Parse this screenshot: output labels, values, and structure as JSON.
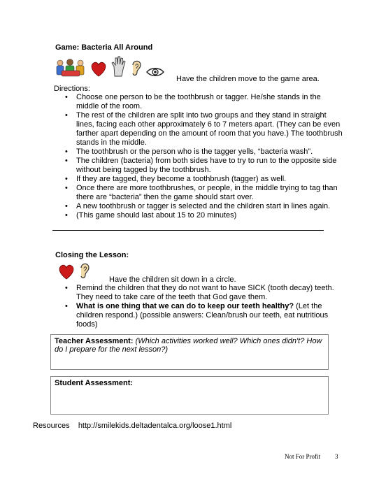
{
  "game": {
    "title": "Game: Bacteria All Around",
    "icons": [
      "children-group-icon",
      "heart-icon",
      "hand-icon",
      "ear-icon",
      "eye-icon"
    ],
    "caption": "Have the children move to the game area.",
    "directions_label": "Directions:",
    "directions": [
      "Choose one person to be the toothbrush or tagger. He/she stands in the middle of the room.",
      "The rest of the children are split into two groups and they stand in straight lines, facing each other approximately 6 to 7 meters apart. (They can be even farther apart depending on the amount of room that you have.) The toothbrush stands in the middle.",
      "The toothbrush or the person who is the tagger yells, “bacteria wash”.",
      "The children (bacteria) from both sides have to try to run to the opposite side without being tagged by the toothbrush.",
      "If they are tagged, they become a toothbrush (tagger) as well.",
      "Once there are more toothbrushes, or people, in the middle trying to tag than there are “bacteria” then the game should start over.",
      "A new toothbrush or tagger is selected and the children start in lines again.",
      "(This game should last about 15 to 20 minutes)"
    ]
  },
  "closing": {
    "title": "Closing the Lesson:",
    "icons": [
      "heart-icon",
      "ear-icon"
    ],
    "caption": "Have the children sit down in a circle.",
    "item1": "Remind the children that they do not want to have SICK (tooth decay) teeth. They need to take care of the teeth that God gave them.",
    "item2_bold": "What is one thing that we can do to keep our teeth healthy?",
    "item2_rest": " (Let the children respond.) (possible answers: Clean/brush our teeth, eat nutritious foods)"
  },
  "teacher_assessment": {
    "label": "Teacher Assessment:",
    "prompt": "(Which activities worked well? Which ones didn't? How do I prepare for the next lesson?)"
  },
  "student_assessment": {
    "label": "Student Assessment:"
  },
  "resources": {
    "label": "Resources",
    "url": "http://smilekids.deltadentalca.org/loose1.html"
  },
  "footer": {
    "text": "Not For Profit",
    "page": "3"
  },
  "colors": {
    "heart": "#cc1a1a",
    "box_border": "#888888"
  }
}
